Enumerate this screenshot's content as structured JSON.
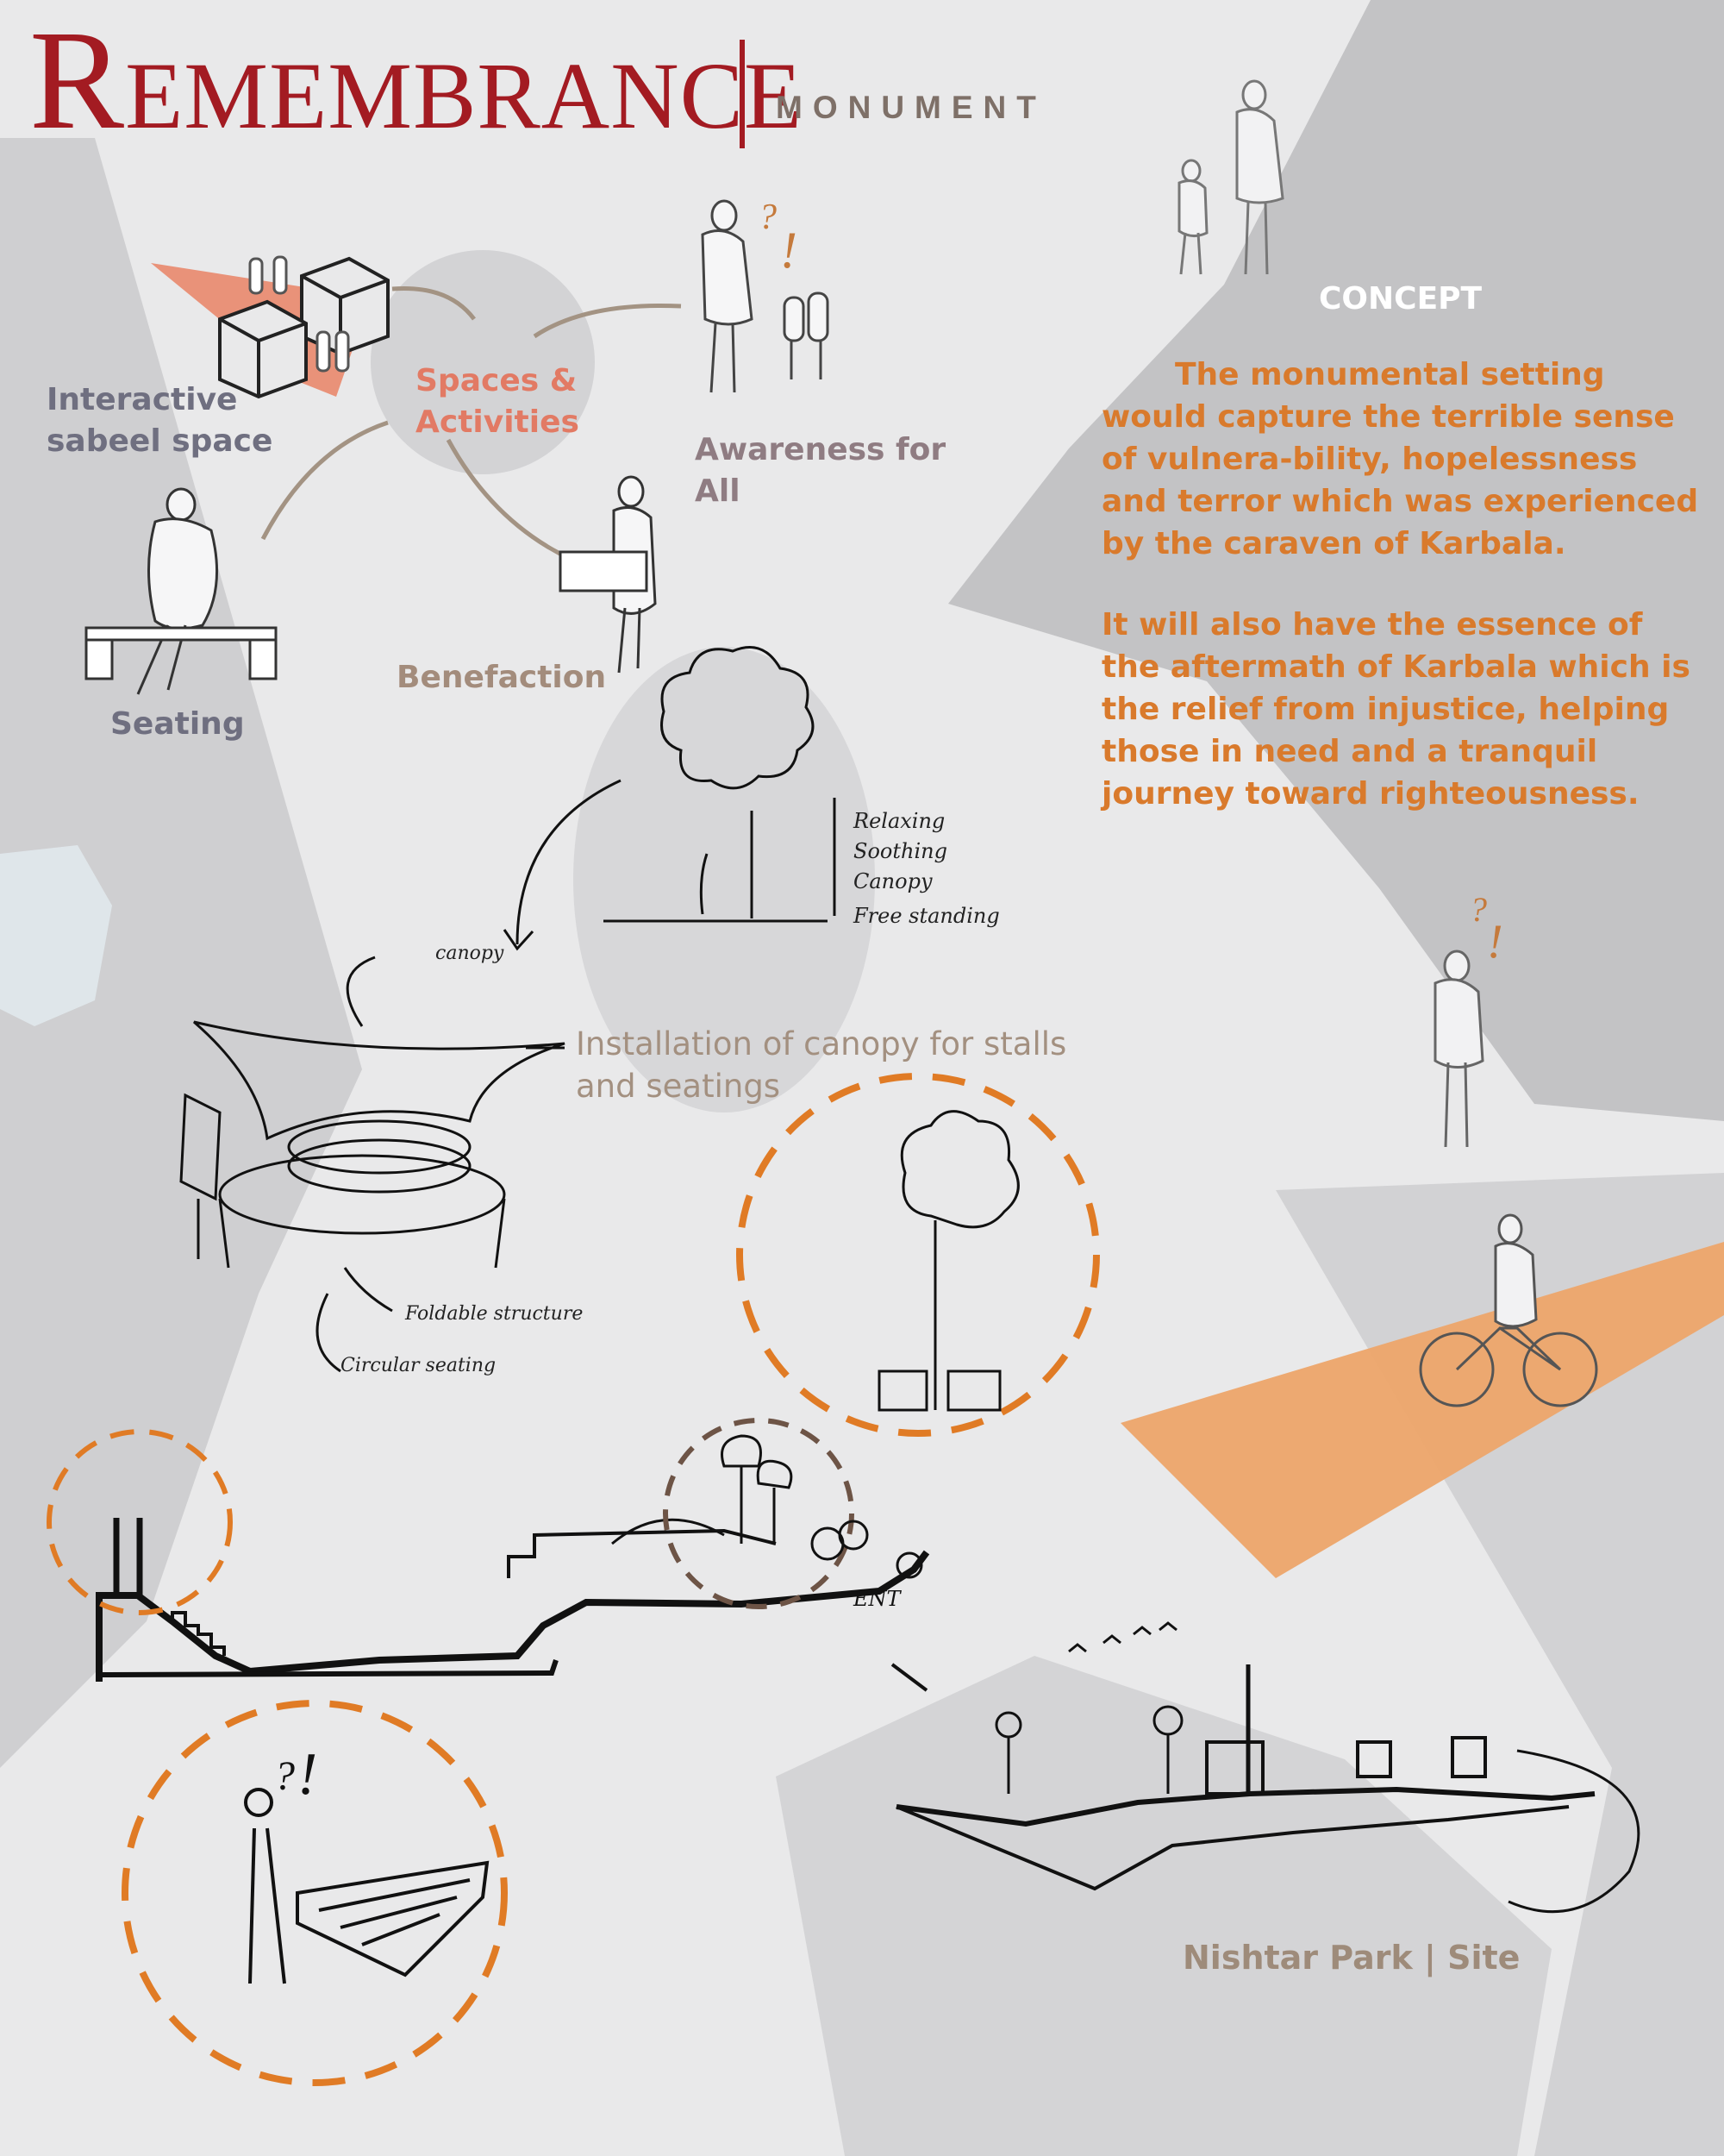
{
  "header": {
    "title_initial": "R",
    "title_rest": "EMEMBRANCE",
    "subtitle": "MONUMENT"
  },
  "diagram": {
    "hub_label": "Spaces & Activities",
    "nodes": [
      {
        "label": "Interactive sabeel space"
      },
      {
        "label": "Awareness for All"
      },
      {
        "label": "Seating"
      },
      {
        "label": "Benefaction"
      }
    ]
  },
  "concept": {
    "heading": "CONCEPT",
    "paragraph_1": "The monumental setting would capture the terrible sense of vulnera-bility, hopelessness and terror which was experienced by the caraven of Karbala.",
    "paragraph_2": "It will also have the essence of the aftermath of Karbala which is the relief from injustice, helping those in need and a tranquil journey toward righteousness."
  },
  "sketches": {
    "canopy_caption": "Installation of canopy for stalls and seatings",
    "site_caption": "Nishtar Park | Site",
    "annotations": [
      "Relaxing",
      "Soothing",
      "Canopy",
      "Free standing",
      "canopy",
      "Foldable structure",
      "Circular seating",
      "ENT"
    ]
  },
  "colors": {
    "title": "#a31b22",
    "accent_orange": "#e07b25",
    "salmon": "#e27a64",
    "concept_text": "#d97a2c",
    "dark_grey_shape": "#c4c4c6"
  }
}
